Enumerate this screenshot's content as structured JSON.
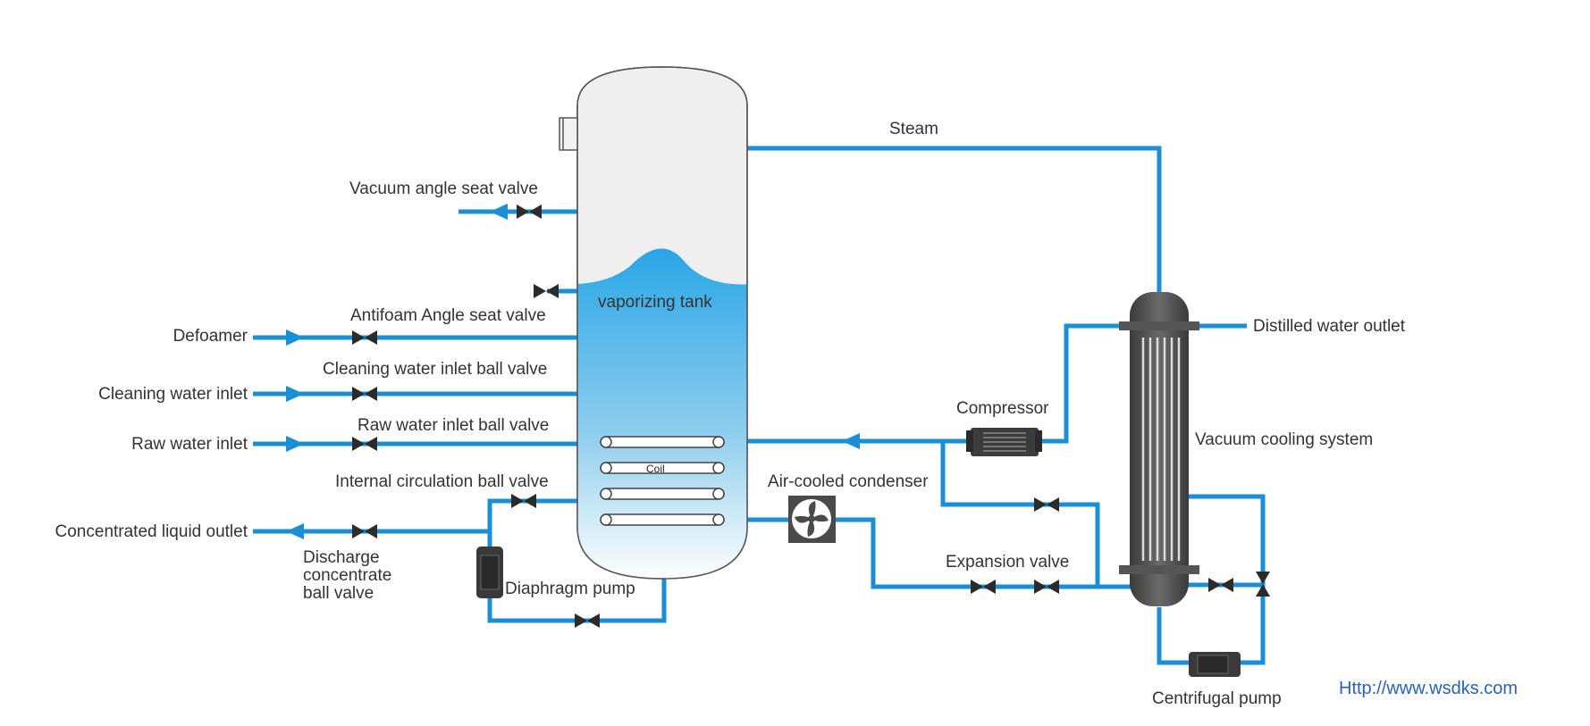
{
  "diagram": {
    "tank_label": "vaporizing tank",
    "coil_label": "Coil",
    "labels": {
      "steam": "Steam",
      "vacuum_angle_seat_valve": "Vacuum angle seat valve",
      "antifoam_angle_seat_valve": "Antifoam Angle seat valve",
      "defoamer": "Defoamer",
      "cleaning_water_inlet_ball_valve": "Cleaning water inlet ball valve",
      "cleaning_water_inlet": "Cleaning water inlet",
      "raw_water_inlet_ball_valve": "Raw water inlet ball valve",
      "raw_water_inlet": "Raw water inlet",
      "internal_circulation_ball_valve": "Internal circulation ball valve",
      "concentrated_liquid_outlet": "Concentrated liquid outlet",
      "discharge_line1": "Discharge",
      "discharge_line2": "concentrate",
      "discharge_line3": "ball valve",
      "diaphragm_pump": "Diaphragm pump",
      "air_cooled_condenser": "Air-cooled condenser",
      "compressor": "Compressor",
      "expansion_valve": "Expansion valve",
      "distilled_water_outlet": "Distilled water outlet",
      "vacuum_cooling_system": "Vacuum cooling system",
      "centrifugal_pump": "Centrifugal pump",
      "website": "Http://www.wsdks.com"
    },
    "colors": {
      "pipe": "#1a8fd6",
      "valve": "#2b2b2b",
      "tank_body": "#efefef",
      "liquid_top": "#29a6e6",
      "liquid_bottom": "#ffffff",
      "text": "#333333",
      "link": "#2a62b8"
    },
    "icons": [
      "fan-icon",
      "pump-icon",
      "compressor-icon",
      "valve-icon",
      "arrow-icon"
    ]
  }
}
